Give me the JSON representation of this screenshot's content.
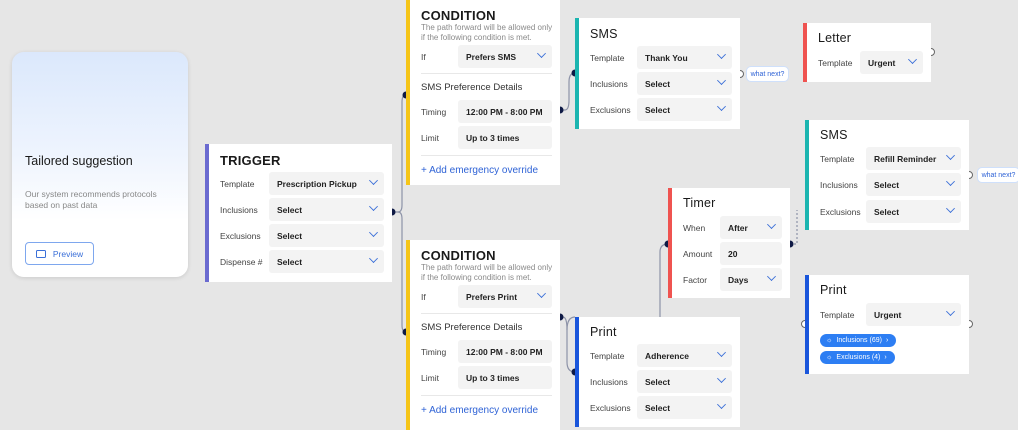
{
  "suggestion": {
    "title": "Tailored suggestion",
    "description": "Our system recommends protocols based on past data",
    "preview_label": "Preview",
    "preview_icon": "image-icon"
  },
  "trigger": {
    "title": "TRIGGER",
    "rows": [
      {
        "label": "Template",
        "value": "Prescription Pickup"
      },
      {
        "label": "Inclusions",
        "value": "Select"
      },
      {
        "label": "Exclusions",
        "value": "Select"
      },
      {
        "label": "Dispense #",
        "value": "Select"
      }
    ],
    "color": "#6b6bd0"
  },
  "condition1": {
    "title": "CONDITION",
    "description": "The path forward will be allowed only if the following condition is met.",
    "if_label": "If",
    "if_value": "Prefers SMS",
    "section": "SMS Preference Details",
    "timing_label": "Timing",
    "timing_value": "12:00 PM - 8:00 PM",
    "limit_label": "Limit",
    "limit_value": "Up to 3 times",
    "add_label": "+ Add emergency override",
    "color": "#f5c518"
  },
  "condition2": {
    "title": "CONDITION",
    "description": "The path forward will be allowed only if the following condition is met.",
    "if_label": "If",
    "if_value": "Prefers Print",
    "section": "SMS Preference Details",
    "timing_label": "Timing",
    "timing_value": "12:00 PM - 8:00 PM",
    "limit_label": "Limit",
    "limit_value": "Up to 3 times",
    "add_label": "+ Add emergency override"
  },
  "sms1": {
    "title": "SMS",
    "rows": [
      {
        "label": "Template",
        "value": "Thank You"
      },
      {
        "label": "Inclusions",
        "value": "Select"
      },
      {
        "label": "Exclusions",
        "value": "Select"
      }
    ],
    "what_next": "what next?",
    "color": "#1bb5b0"
  },
  "letter": {
    "title": "Letter",
    "rows": [
      {
        "label": "Template",
        "value": "Urgent"
      }
    ],
    "color": "#ef5350"
  },
  "sms2": {
    "title": "SMS",
    "rows": [
      {
        "label": "Template",
        "value": "Refill Reminder"
      },
      {
        "label": "Inclusions",
        "value": "Select"
      },
      {
        "label": "Exclusions",
        "value": "Select"
      }
    ],
    "what_next": "what next?"
  },
  "timer": {
    "title": "Timer",
    "rows": [
      {
        "label": "When",
        "value": "After"
      },
      {
        "label": "Amount",
        "value": "20"
      },
      {
        "label": "Factor",
        "value": "Days"
      }
    ]
  },
  "print1": {
    "title": "Print",
    "rows": [
      {
        "label": "Template",
        "value": "Adherence"
      },
      {
        "label": "Inclusions",
        "value": "Select"
      },
      {
        "label": "Exclusions",
        "value": "Select"
      }
    ],
    "color": "#1a56db"
  },
  "print2": {
    "title": "Print",
    "rows": [
      {
        "label": "Template",
        "value": "Urgent"
      }
    ],
    "inclusions_pill": "Inclusions (69)",
    "exclusions_pill": "Exclusions (4)"
  }
}
